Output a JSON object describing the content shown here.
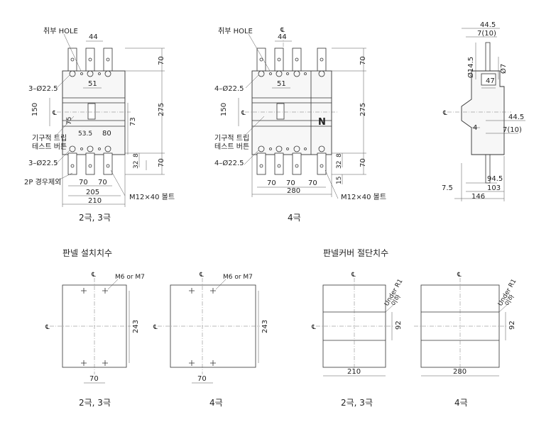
{
  "colors": {
    "line": "#333333",
    "fill": "#f7f7f7"
  },
  "cl_symbol": "℄",
  "front23": {
    "hole_label": "취부 HOLE",
    "dims": {
      "top": "44",
      "inner": "51",
      "h150": "150",
      "h75": "75",
      "h275": "275",
      "h73": "73",
      "h53": "53.5",
      "w80": "80",
      "h70a": "70",
      "h70b": "70",
      "h32": "32",
      "h8": "8",
      "w70a": "70",
      "w70b": "70",
      "w205": "205",
      "w210": "210"
    },
    "holes_top": "3–Ø22.5",
    "holes_bot": "3–Ø22.5",
    "trip1": "기구적 트립",
    "trip2": "테스트 버튼",
    "pole_note": "2P 경우제외",
    "bolt": "M12×40 볼트",
    "caption": "2극, 3극"
  },
  "front4": {
    "hole_label": "취부 HOLE",
    "dims": {
      "top": "44",
      "inner": "51",
      "h150": "150",
      "h275": "275",
      "h70a": "70",
      "h70b": "70",
      "h32": "32",
      "h8": "8",
      "h15": "15",
      "w70a": "70",
      "w70b": "70",
      "w70c": "70",
      "w280": "280"
    },
    "holes_top": "4–Ø22.5",
    "holes_bot": "4–Ø22.5",
    "trip1": "기구적 트립",
    "trip2": "테스트 버튼",
    "neutral": "N",
    "bolt": "M12×40 볼트",
    "caption": "4극"
  },
  "side": {
    "d445a": "44.5",
    "d710a": "7(10)",
    "d145": "Ø14.5",
    "d7": "Ø7",
    "d47": "47",
    "d445b": "44.5",
    "d4": "4",
    "d710b": "7(10)",
    "d945": "94.5",
    "d103": "103",
    "d75": "7.5",
    "d146": "146"
  },
  "panel_install": {
    "title": "판넬 설치치수",
    "left": {
      "screw": "M6 or M7",
      "h": "243",
      "w": "70",
      "caption": "2극, 3극"
    },
    "right": {
      "screw": "M6 or M7",
      "h": "243",
      "w": "70",
      "caption": "4극"
    }
  },
  "panel_cut": {
    "title": "판넬커버 절단치수",
    "left": {
      "radius": "Under R1",
      "radius2": "이하",
      "h": "92",
      "w": "210",
      "caption": "2극, 3극"
    },
    "right": {
      "radius": "Under R1",
      "radius2": "이하",
      "h": "92",
      "w": "280",
      "caption": "4극"
    }
  }
}
